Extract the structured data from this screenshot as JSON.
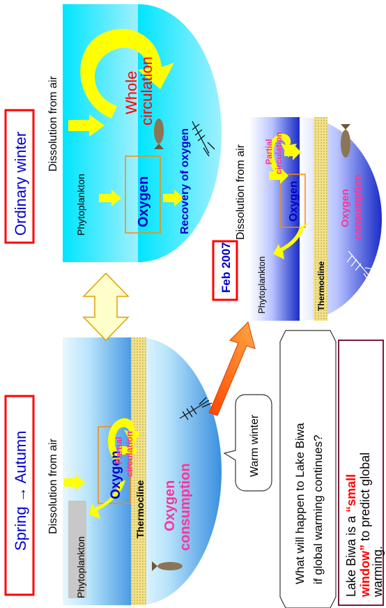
{
  "titles": {
    "spring_autumn": "Spring → Autumn",
    "ordinary_winter": "Ordinary winter",
    "feb_2007": "Feb 2007"
  },
  "panel_a": {
    "phytoplankton": "Phytoplankton",
    "oxygen": "Oxygen",
    "dissolution": "Dissolution from air",
    "partial": "Partial",
    "circulation": "circulation",
    "thermocline": "Thermocline",
    "consumption_1": "Oxygen",
    "consumption_2": "consumption"
  },
  "panel_b": {
    "phytoplankton": "Phytoplankton",
    "oxygen": "Oxygen",
    "dissolution": "Dissolution from air",
    "whole": "Whole",
    "circulation": "circulation",
    "recovery": "Recovery of oxygen"
  },
  "panel_c": {
    "phytoplankton": "Phytoplankton",
    "oxygen": "Oxygen",
    "dissolution": "Dissolution from air",
    "partial": "Partial",
    "circulation": "circulation",
    "thermocline": "Thermocline",
    "consumption_1": "Oxygen",
    "consumption_2": "consumption"
  },
  "callouts": {
    "warm_winter": "Warm winter",
    "question_1": "What will happen to Lake Biwa",
    "question_2": "if global warming continues?",
    "window_1": "Lake Biwa is a",
    "window_2": "“small",
    "window_3": "window”",
    "window_4": "to predict global",
    "window_5": "warming."
  },
  "colors": {
    "red": "#ff0000",
    "blue": "#0000cc",
    "magenta": "#ff3399",
    "yellow": "#ffff00",
    "orange": "#ff6600"
  }
}
